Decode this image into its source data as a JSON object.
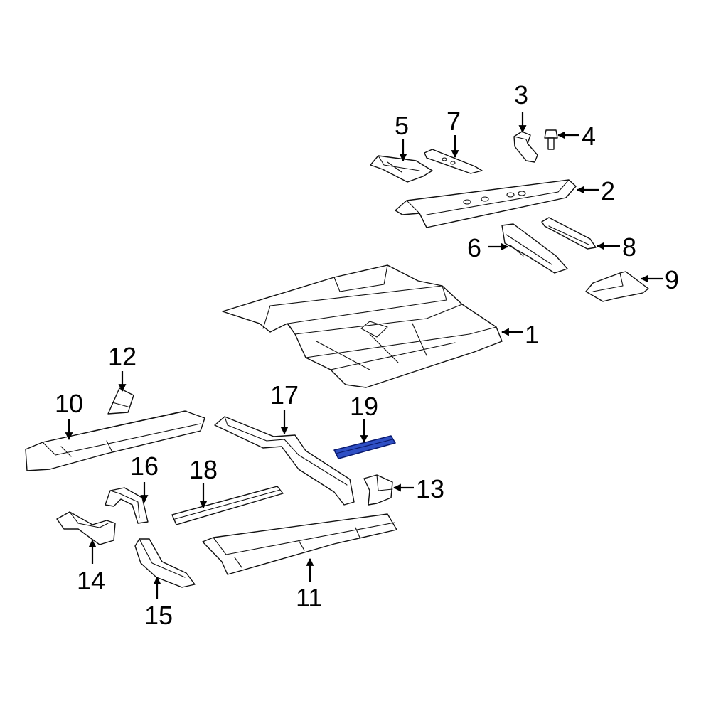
{
  "colors": {
    "highlight_fill": "#2f4fc4",
    "highlight_stroke": "#0a1a6e",
    "line": "#111111"
  },
  "highlighted_part": "19",
  "callouts": {
    "c1": "1",
    "c2": "2",
    "c3": "3",
    "c4": "4",
    "c5": "5",
    "c6": "6",
    "c7": "7",
    "c8": "8",
    "c9": "9",
    "c10": "10",
    "c11": "11",
    "c12": "12",
    "c13": "13",
    "c14": "14",
    "c15": "15",
    "c16": "16",
    "c17": "17",
    "c18": "18",
    "c19": "19"
  }
}
